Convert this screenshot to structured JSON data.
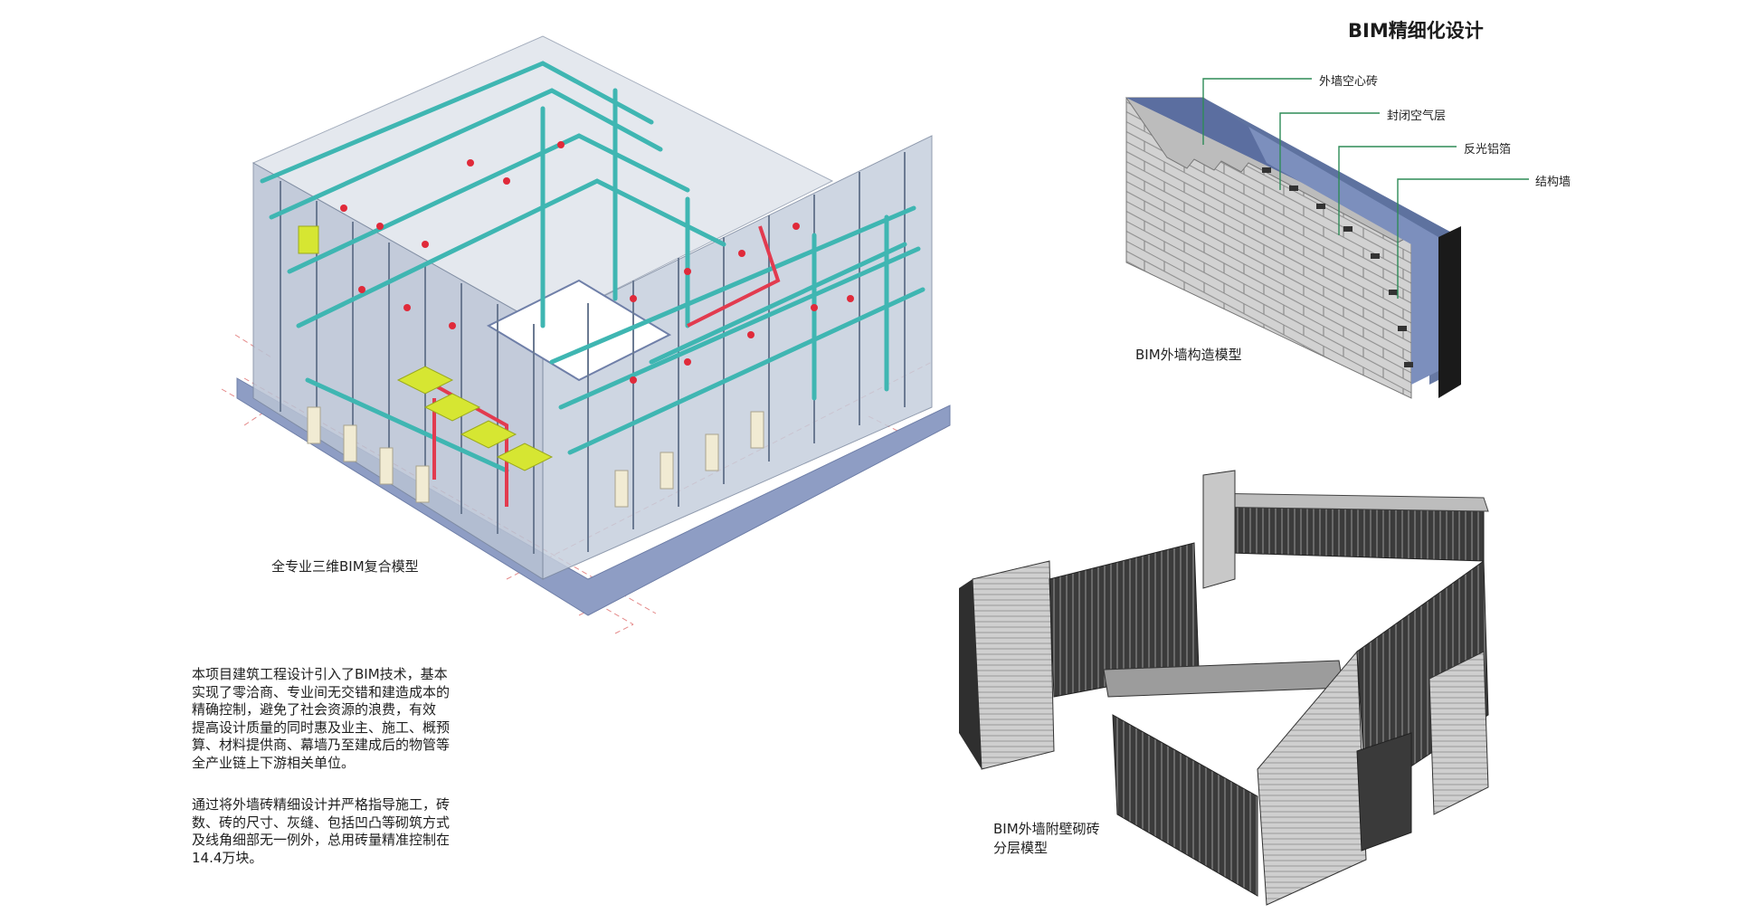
{
  "title": "BIM精细化设计",
  "wall_section": {
    "callouts": [
      "外墙空心砖",
      "封闭空气层",
      "反光铝箔",
      "结构墙"
    ],
    "caption": "BIM外墙构造模型"
  },
  "composite_model": {
    "caption": "全专业三维BIM复合模型"
  },
  "layered_model": {
    "caption_line1": "BIM外墙附壁砌砖",
    "caption_line2": "分层模型"
  },
  "description": {
    "paragraph1": "本项目建筑工程设计引入了BIM技术，基本\n实现了零洽商、专业间无交错和建造成本的\n精确控制，避免了社会资源的浪费，有效\n提高设计质量的同时惠及业主、施工、概预\n算、材料提供商、幕墙乃至建成后的物管等\n全产业链上下游相关单位。",
    "paragraph2": "通过将外墙砖精细设计并严格指导施工，砖\n数、砖的尺寸、灰缝、包括凹凸等砌筑方式\n及线角细部无一例外，总用砖量精准控制在\n14.4万块。"
  },
  "colors": {
    "leader_line": "#2e8b57",
    "pipe_teal": "#3fb6b2",
    "slate_blue": "#6f7fa8",
    "brick_grey": "#c9c9c9"
  }
}
